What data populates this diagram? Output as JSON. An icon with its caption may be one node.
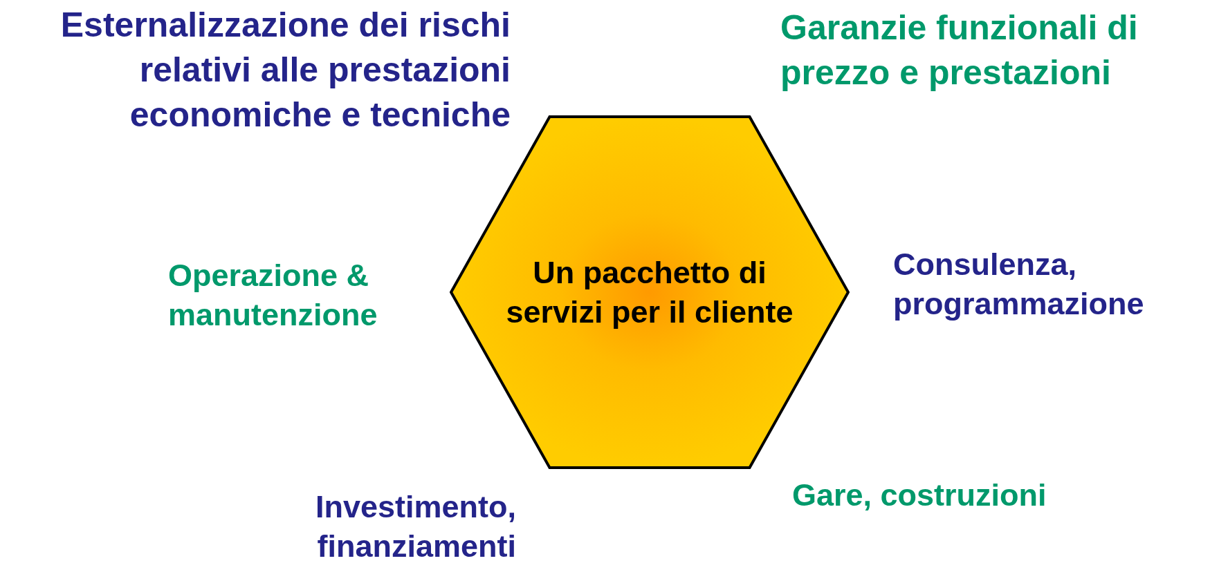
{
  "diagram": {
    "nodes": [
      {
        "text": [
          "Un pacchetto di servizi per il cliente"
        ]
      }
    ],
    "labels": [
      "Esternalizzazione dei rischi relativi alle prestazioni economiche e tecniche",
      "Garanzie funzionali di prezzo e prestazioni",
      "Operazione & manutenzione",
      "Consulenza, programmazione",
      "Investimento, finanziamenti",
      "Gare, costruzioni"
    ]
  }
}
